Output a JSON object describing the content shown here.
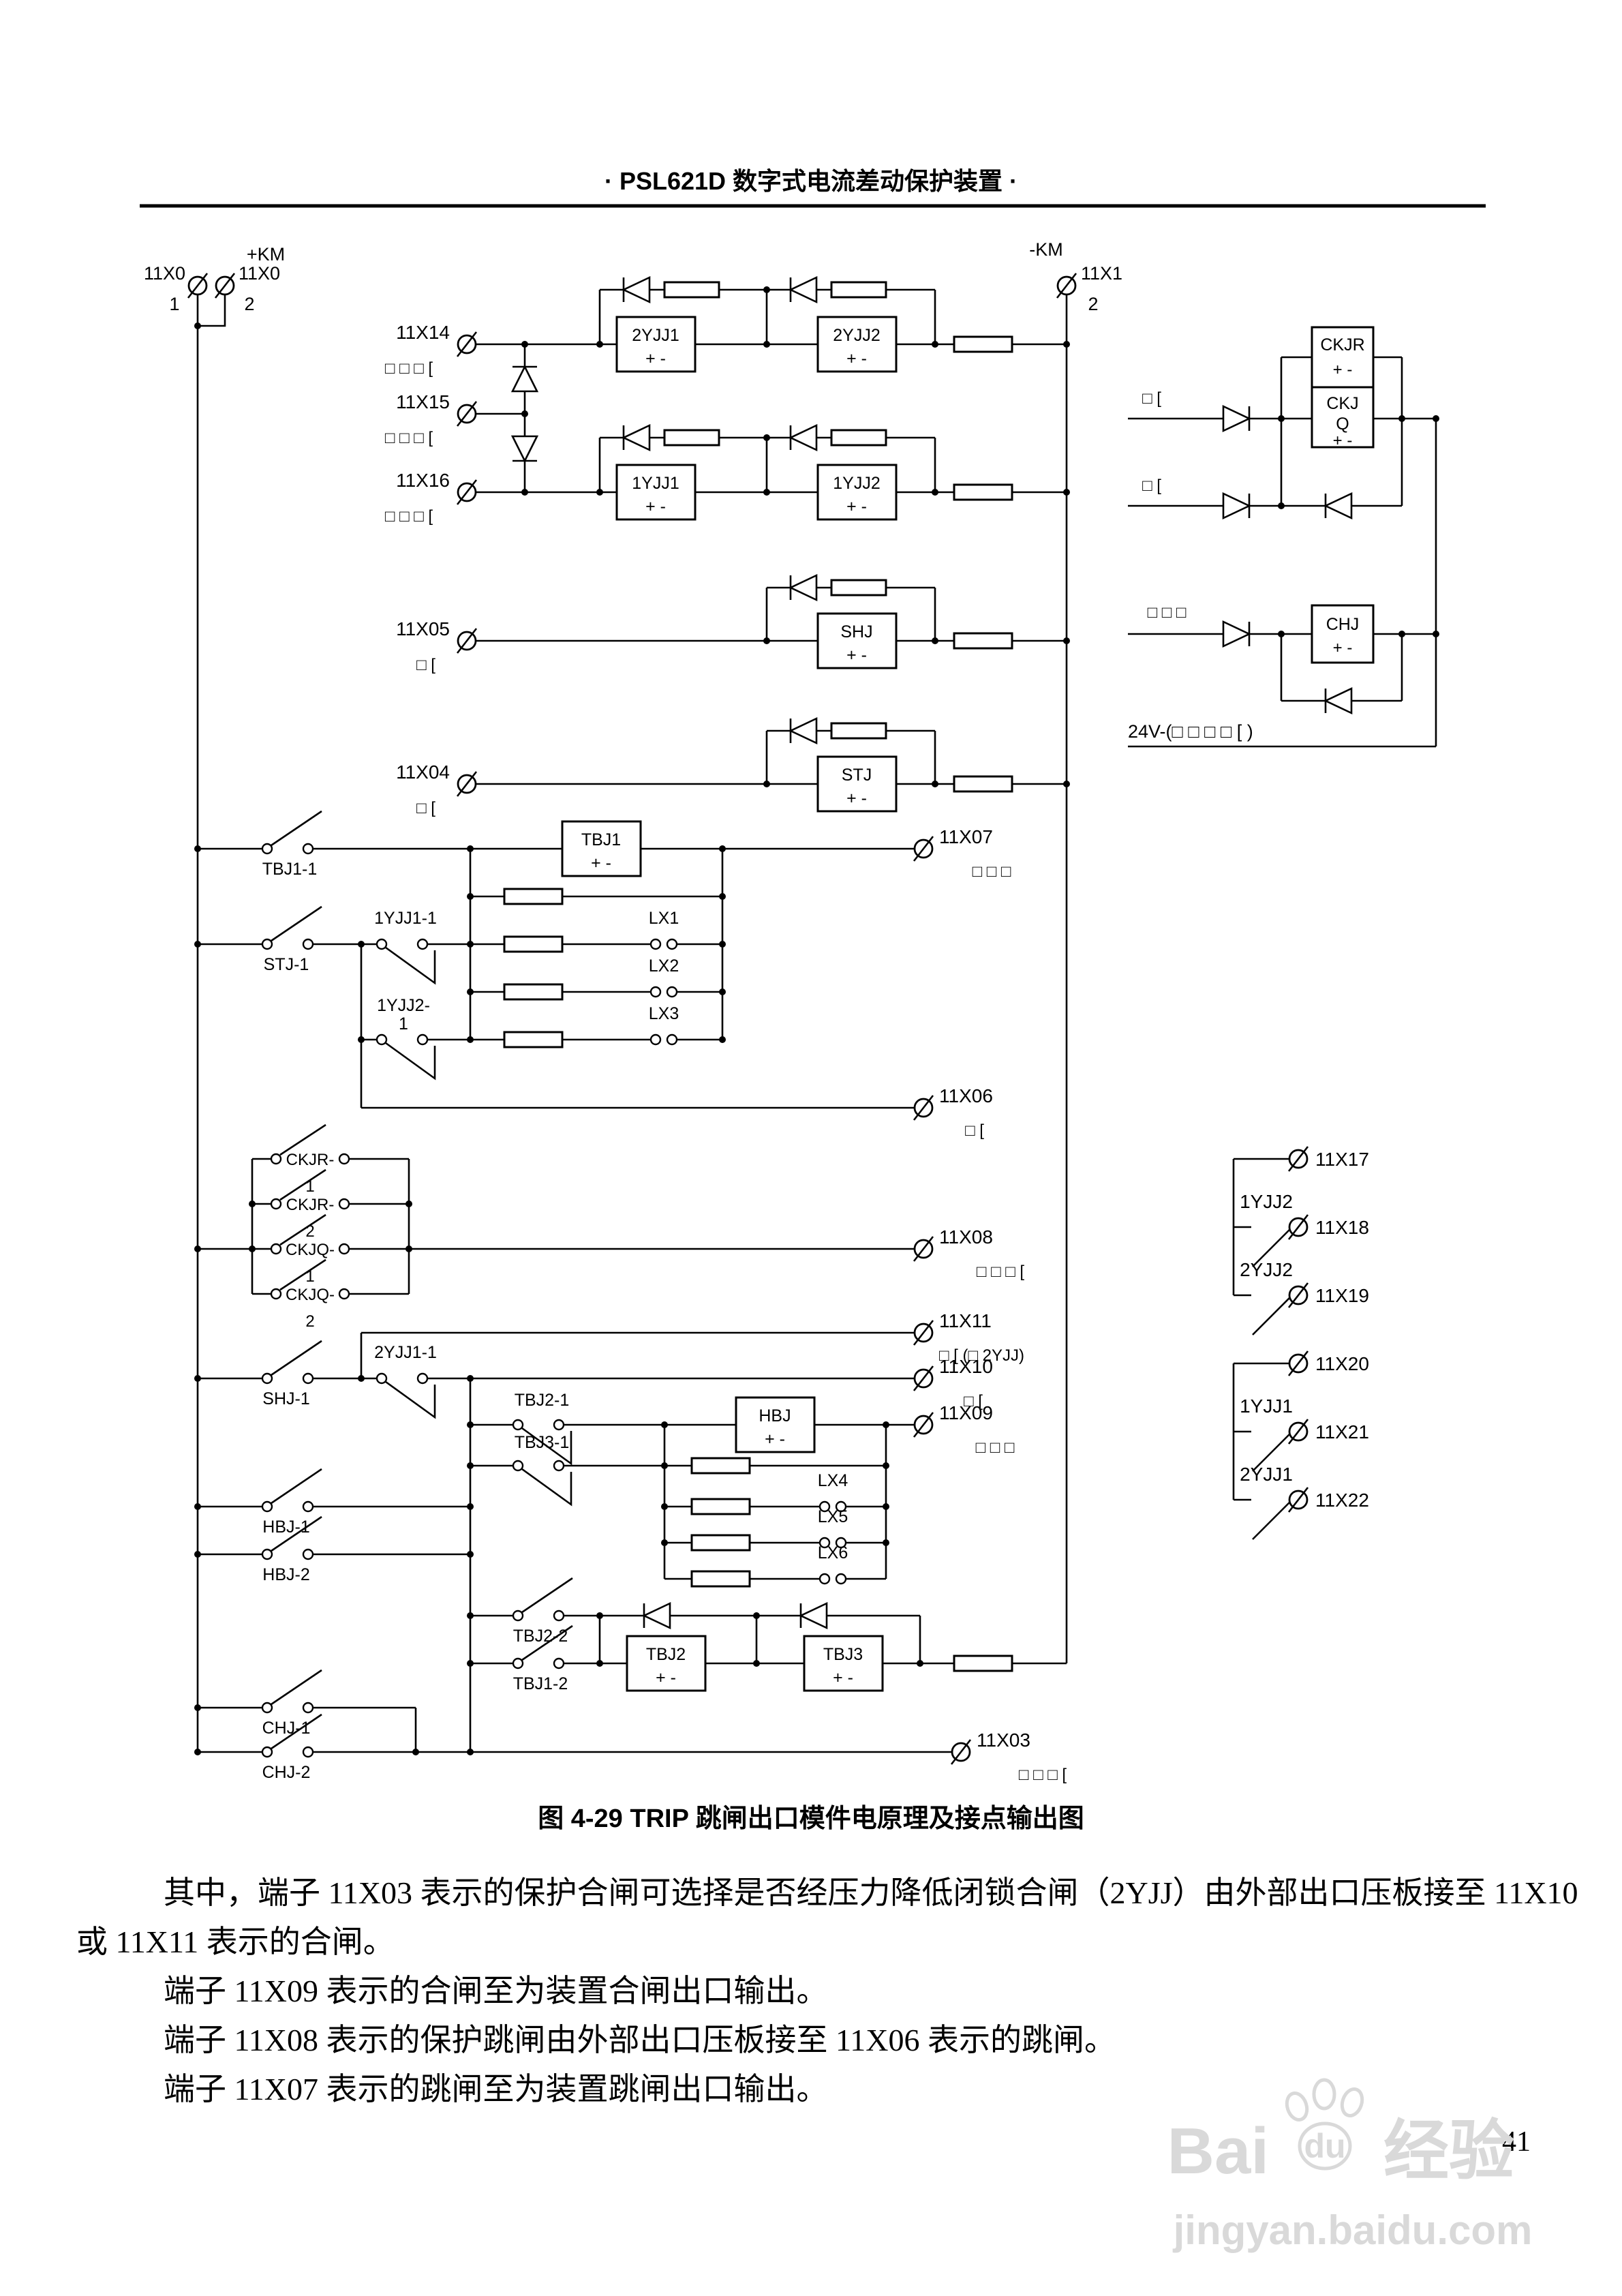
{
  "header": {
    "title": "· PSL621D 数字式电流差动保护装置 ·"
  },
  "buses": {
    "positive": "+KM",
    "negative": "-KM",
    "supply_24v": "24V-(□ □ □ □ [ )"
  },
  "terminals": {
    "x0_1": {
      "name": "11X0",
      "pin": "1"
    },
    "x0_2": {
      "name": "11X0",
      "pin": "2"
    },
    "x1_2": {
      "name": "11X1",
      "pin": "2"
    },
    "x14": {
      "name": "11X14",
      "desc": "□ □ □ ["
    },
    "x15": {
      "name": "11X15",
      "desc": "□ □ □ ["
    },
    "x16": {
      "name": "11X16",
      "desc": "□ □ □ ["
    },
    "x05": {
      "name": "11X05",
      "desc": "□ ["
    },
    "x04": {
      "name": "11X04",
      "desc": "□ ["
    },
    "x07": {
      "name": "11X07",
      "desc": "□ □ □"
    },
    "x06": {
      "name": "11X06",
      "desc": "□ ["
    },
    "x08": {
      "name": "11X08",
      "desc": "□ □ □ ["
    },
    "x11": {
      "name": "11X11",
      "desc": "□ [ (□ 2YJJ)"
    },
    "x10": {
      "name": "11X10",
      "desc": "□ ["
    },
    "x09": {
      "name": "11X09",
      "desc": "□ □ □"
    },
    "x03": {
      "name": "11X03",
      "desc": "□ □ □ ["
    },
    "x17": {
      "name": "11X17"
    },
    "x18": {
      "name": "11X18"
    },
    "x19": {
      "name": "11X19"
    },
    "x20": {
      "name": "11X20"
    },
    "x21": {
      "name": "11X21"
    },
    "x22": {
      "name": "11X22"
    }
  },
  "coils": {
    "c2yjj1": {
      "label": "2YJJ1",
      "polarity": "+  -"
    },
    "c2yjj2": {
      "label": "2YJJ2",
      "polarity": "+  -"
    },
    "c1yjj1": {
      "label": "1YJJ1",
      "polarity": "+  -"
    },
    "c1yjj2": {
      "label": "1YJJ2",
      "polarity": "+  -"
    },
    "shj": {
      "label": "SHJ",
      "polarity": "+  -"
    },
    "stj": {
      "label": "STJ",
      "polarity": "+  -"
    },
    "tbj1": {
      "label": "TBJ1",
      "polarity": "+  -"
    },
    "hbj": {
      "label": "HBJ",
      "polarity": "+  -"
    },
    "tbj2": {
      "label": "TBJ2",
      "polarity": "+  -"
    },
    "tbj3": {
      "label": "TBJ3",
      "polarity": "+  -"
    },
    "ckjr": {
      "label": "CKJR",
      "polarity": "+  -"
    },
    "ckjq": {
      "line1": "CKJ",
      "line2": "Q",
      "polarity": "+  -"
    },
    "chj": {
      "label": "CHJ",
      "polarity": "+  -"
    }
  },
  "contacts": {
    "tbj1_1": "TBJ1-1",
    "stj_1": "STJ-1",
    "k1yjj1_1": "1YJJ1-1",
    "k1yjj2_1a": "1YJJ2-",
    "k1yjj2_1b": "1",
    "ckjr_1a": "CKJR-",
    "ckjr_1b": "1",
    "ckjr_2a": "CKJR-",
    "ckjr_2b": "2",
    "ckjq_1a": "CKJQ-",
    "ckjq_1b": "1",
    "ckjq_2a": "CKJQ-",
    "ckjq_2b": "2",
    "shj_1": "SHJ-1",
    "k2yjj1_1": "2YJJ1-1",
    "tbj2_1": "TBJ2-1",
    "tbj3_1": "TBJ3-1",
    "hbj_1": "HBJ-1",
    "hbj_2": "HBJ-2",
    "tbj2_2": "TBJ2-2",
    "tbj1_2": "TBJ1-2",
    "chj_1": "CHJ-1",
    "chj_2": "CHJ-2",
    "out1yjj2": "1YJJ2",
    "out2yjj2": "2YJJ2",
    "out1yjj1": "1YJJ1",
    "out2yjj1": "2YJJ1"
  },
  "links": {
    "lx1": "LX1",
    "lx2": "LX2",
    "lx3": "LX3",
    "lx4": "LX4",
    "lx5": "LX5",
    "lx6": "LX6"
  },
  "ckj_inputs": {
    "a": "□ [",
    "b": "□ [",
    "c": "□ □ □"
  },
  "caption": "图 4-29  TRIP 跳闸出口模件电原理及接点输出图",
  "body": {
    "p1a": "其中，端子 11X03 表示的保护合闸可选择是否经压力降低闭锁合闸（2YJJ）由外部出口压板接至 11X10",
    "p1b": "或 11X11 表示的合闸。",
    "p2": "端子 11X09 表示的合闸至为装置合闸出口输出。",
    "p3": "端子 11X08 表示的保护跳闸由外部出口压板接至 11X06 表示的跳闸。",
    "p4": "端子 11X07 表示的跳闸至为装置跳闸出口输出。"
  },
  "page_number": "41",
  "watermark": {
    "brand_prefix": "Bai",
    "brand_inner": "du",
    "brand_suffix": "经验",
    "url": "jingyan.baidu.com"
  }
}
